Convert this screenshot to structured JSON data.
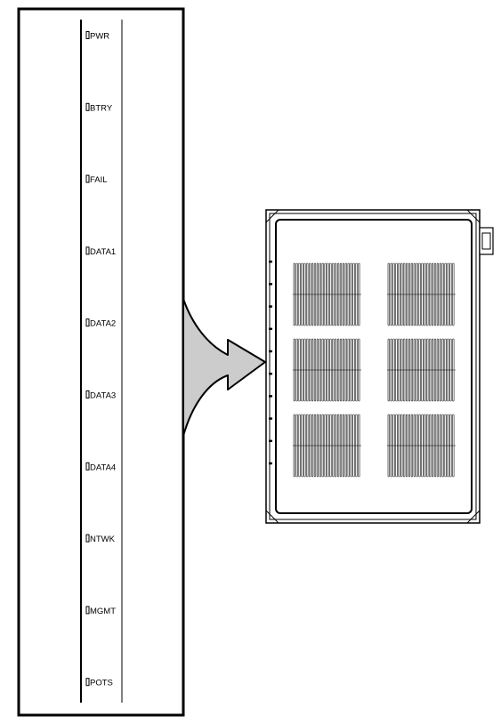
{
  "led_panel": {
    "labels": [
      "PWR",
      "BTRY",
      "FAIL",
      "DATA1",
      "DATA2",
      "DATA3",
      "DATA4",
      "NTWK",
      "MGMT",
      "POTS"
    ]
  },
  "colors": {
    "line": "#000000",
    "arrow_fill": "#cccccc",
    "background": "#ffffff"
  }
}
